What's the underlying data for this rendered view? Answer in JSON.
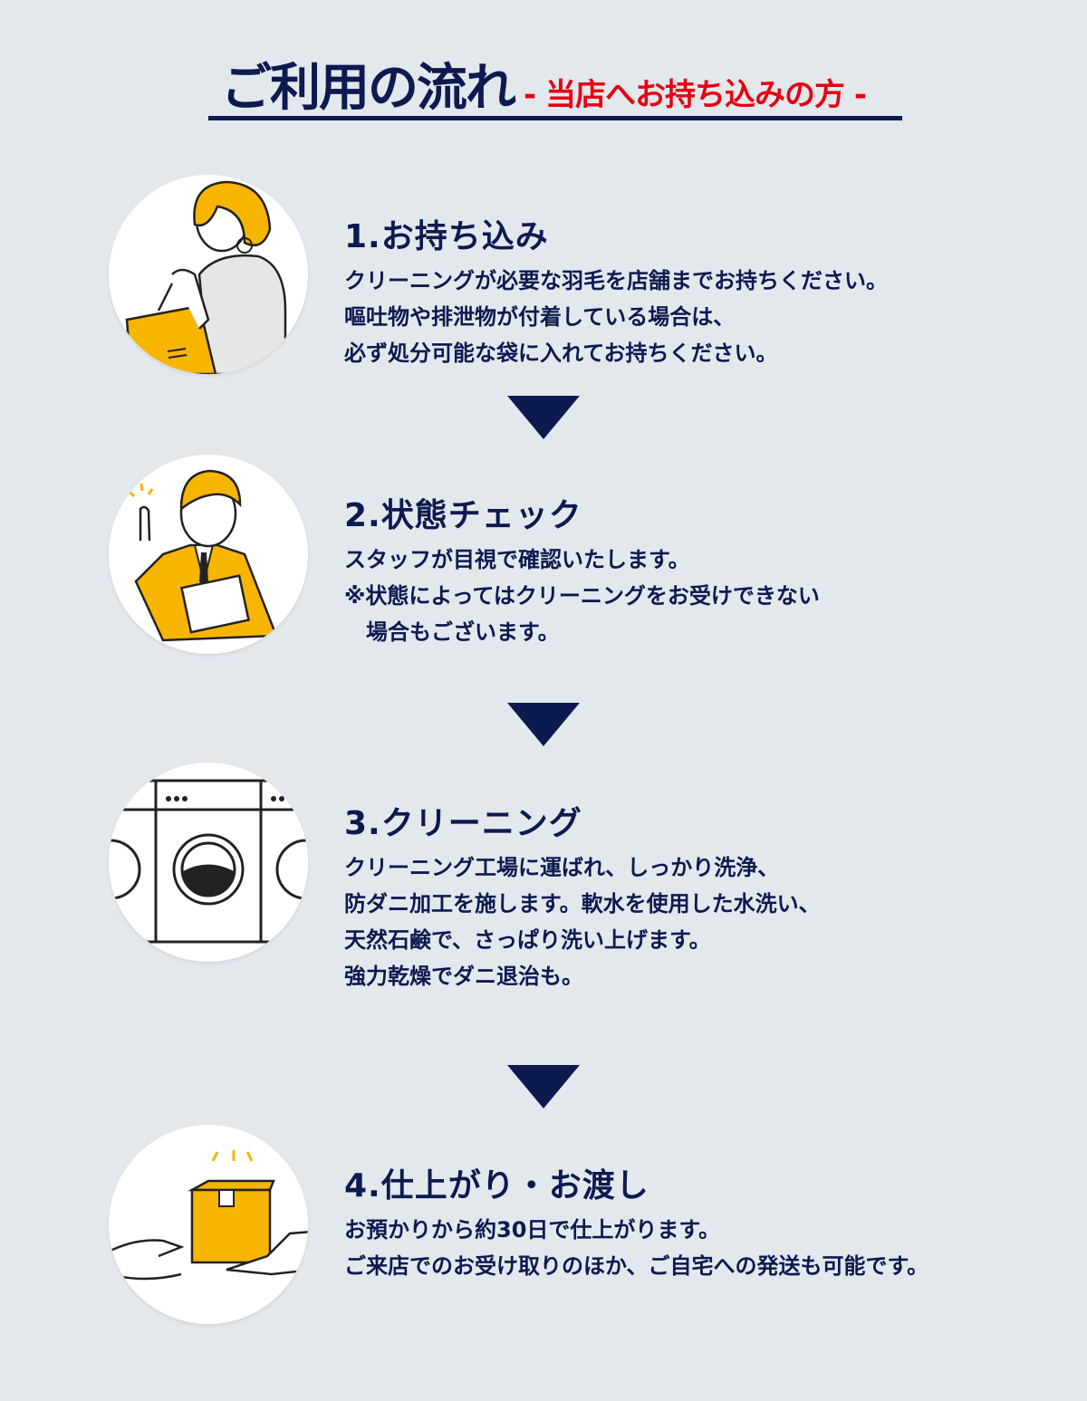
{
  "header": {
    "title": "ご利用の流れ",
    "subtitle": "- 当店へお持ち込みの方 -"
  },
  "colors": {
    "navy": "#0d1a50",
    "accent_red": "#e60012",
    "illustration_yellow": "#f8b500",
    "background": "#e3e8ed"
  },
  "steps": [
    {
      "heading": "1.お持ち込み",
      "lines": [
        "クリーニングが必要な羽毛を店舗までお持ちください。",
        "嘔吐物や排泄物が付着している場合は、",
        "必ず処分可能な袋に入れてお持ちください。"
      ],
      "icon": "woman-with-shopping-bag"
    },
    {
      "heading": "2.状態チェック",
      "lines": [
        "スタッフが目視で確認いたします。",
        "※状態によってはクリーニングをお受けできない",
        "　場合もございます。"
      ],
      "icon": "staff-with-clipboard"
    },
    {
      "heading": "3.クリーニング",
      "lines": [
        "クリーニング工場に運ばれ、しっかり洗浄、",
        "防ダニ加工を施します。軟水を使用した水洗い、",
        "天然石鹸で、さっぱり洗い上げます。",
        "強力乾燥でダニ退治も。"
      ],
      "icon": "washing-machines"
    },
    {
      "heading": "4.仕上がり・お渡し",
      "lines": [
        "お預かりから約30日で仕上がります。",
        "ご来店でのお受け取りのほか、ご自宅への発送も可能です。"
      ],
      "icon": "package-handover"
    }
  ]
}
